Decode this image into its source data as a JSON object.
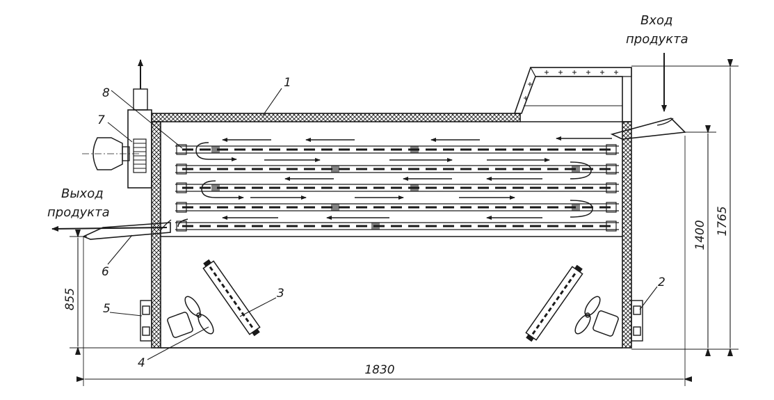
{
  "labels": {
    "inlet_line1": "Вход",
    "inlet_line2": "продукта",
    "outlet_line1": "Выход",
    "outlet_line2": "продукта"
  },
  "callouts": [
    "1",
    "2",
    "3",
    "4",
    "5",
    "6",
    "7",
    "8"
  ],
  "dimensions": {
    "total_height": "1765",
    "chamber_height": "1400",
    "outlet_height": "855",
    "width": "1830"
  },
  "colors": {
    "ink": "#1a1a1a",
    "paper": "#ffffff"
  }
}
